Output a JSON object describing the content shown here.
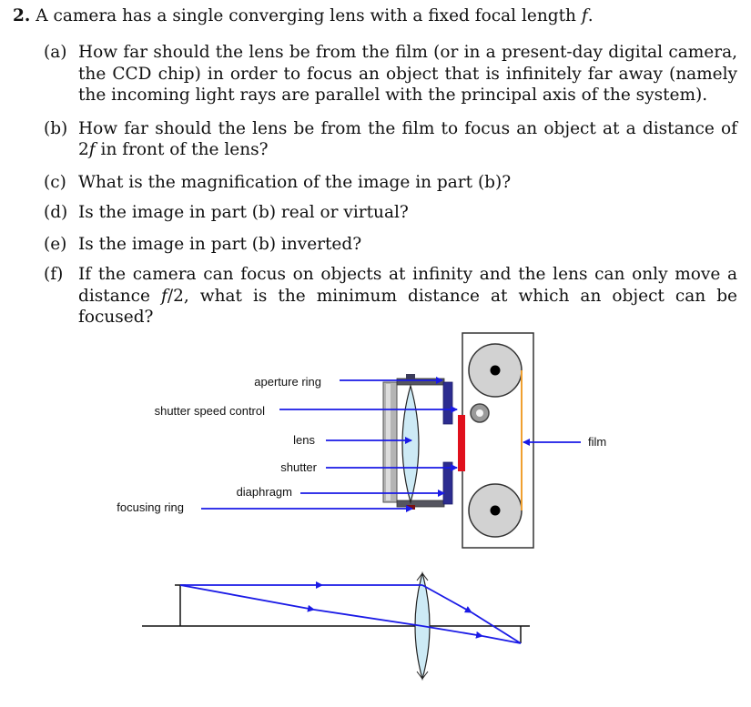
{
  "problem": {
    "number": "2.",
    "stem_a": "A camera has a single converging lens with a fixed focal length",
    "stem_var": "f",
    "stem_b": "."
  },
  "parts": {
    "a": {
      "tag": "(a)",
      "text": "How far should the lens be from the film (or in a present-day digital camera, the CCD chip) in order to focus an object that is infinitely far away (namely the incoming light rays are parallel with the principal axis of the system)."
    },
    "b": {
      "tag": "(b)",
      "text1": "How far should the lens be from the film to focus an object at a distance of 2",
      "var": "f",
      "text2": " in front of the lens?"
    },
    "c": {
      "tag": "(c)",
      "text": "What is the magnification of the image in part (b)?"
    },
    "d": {
      "tag": "(d)",
      "text": "Is the image in part (b) real or virtual?"
    },
    "e": {
      "tag": "(e)",
      "text": "Is the image in part (b) inverted?"
    },
    "f": {
      "tag": "(f)",
      "text1": "If the camera can focus on objects at infinity and the lens can only move a distance",
      "var": "f",
      "text2": "/2, what is the minimum distance at which an object can be focused?"
    }
  },
  "camera_diagram": {
    "labels": {
      "aperture_ring": "aperture ring",
      "shutter_speed_control": "shutter speed control",
      "lens": "lens",
      "shutter": "shutter",
      "diaphragm": "diaphragm",
      "focusing_ring": "focusing ring",
      "film": "film"
    },
    "colors": {
      "arrow": "#1a1ae6",
      "lens_fill": "#cdeaf5",
      "shutter": "#e0101c",
      "film": "#f0a030",
      "ring": "#8c8c8c"
    }
  }
}
